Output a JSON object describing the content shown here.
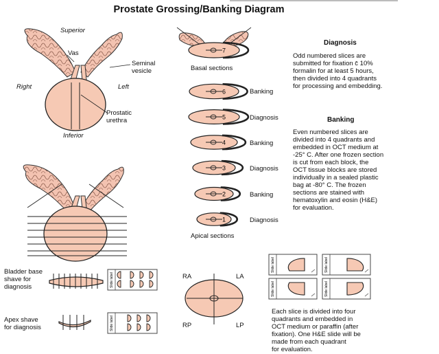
{
  "title": "Prostate Grossing/Banking Diagram",
  "labels": {
    "superior": "Superior",
    "inferior": "Inferior",
    "right": "Right",
    "left": "Left",
    "vas": "Vas",
    "seminal_vesicle_1": "Seminal",
    "seminal_vesicle_2": "vesicle",
    "urethra_1": "Prostatic",
    "urethra_2": "urethra",
    "basal_sections": "Basal sections",
    "apical_sections": "Apical sections"
  },
  "slices": [
    {
      "num": "7",
      "label": ""
    },
    {
      "num": "6",
      "label": "Banking"
    },
    {
      "num": "5",
      "label": "Diagnosis"
    },
    {
      "num": "4",
      "label": "Banking"
    },
    {
      "num": "3",
      "label": "Diagnosis"
    },
    {
      "num": "2",
      "label": "Banking"
    },
    {
      "num": "1",
      "label": "Diagnosis"
    }
  ],
  "diagnosis": {
    "heading": "Diagnosis",
    "lines": [
      "Odd numbered slices are",
      "submitted for fixation c̄ 10%",
      "formalin for at least 5 hours,",
      "then divided into 4 quadrants",
      "for processing and embedding."
    ]
  },
  "banking": {
    "heading": "Banking",
    "lines": [
      "Even numbered slices are",
      "divided into 4 quadrants and",
      "embedded in OCT medium at",
      "-25° C. After one frozen section",
      "is cut from each block, the",
      "OCT tissue blocks are stored",
      "individually in a sealed plastic",
      "bag at -80° C. The frozen",
      "sections are stained with",
      "hematoxylin and eosin (H&E)",
      "for evaluation."
    ]
  },
  "bladder": {
    "lines": [
      "Bladder base",
      "shave for",
      "diagnosis"
    ]
  },
  "apex": {
    "lines": [
      "Apex shave",
      "for diagnosis"
    ]
  },
  "quadrants": {
    "ra": "RA",
    "la": "LA",
    "rp": "RP",
    "lp": "LP"
  },
  "quadrant_text": {
    "lines": [
      "Each slice is divided into four",
      "quadrants and embedded in",
      "OCT medium or paraffin (after",
      "fixation). One H&E slide will be",
      "made from each quadrant",
      "for evaluation."
    ]
  },
  "slide_label": "Slide label",
  "colors": {
    "tissue": "#f6c9b4",
    "vesicle": "#f3c3b1",
    "stroke": "#222222",
    "cassette": "#444444"
  }
}
